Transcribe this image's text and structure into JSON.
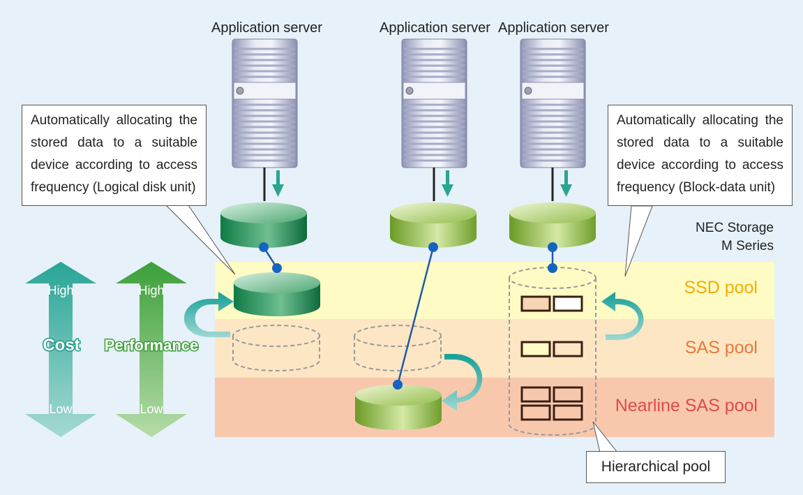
{
  "servers": [
    {
      "label": "Application server"
    },
    {
      "label": "Application server"
    },
    {
      "label": "Application server"
    }
  ],
  "callouts": {
    "left": [
      "Automatically allocating the",
      "stored data to a suitable",
      "device according to access",
      "frequency (Logical disk unit)"
    ],
    "right": [
      "Automatically allocating the",
      "stored data to a suitable",
      "device according to access",
      "frequency (Block-data unit)"
    ]
  },
  "storage": {
    "line1": "NEC Storage",
    "line2": "M Series"
  },
  "pools": {
    "ssd": "SSD pool",
    "sas": "SAS pool",
    "nearline": "Nearline SAS pool"
  },
  "hierarchical_pool": "Hierarchical pool",
  "scales": {
    "cost": {
      "title": "Cost",
      "high": "High",
      "low": "Low"
    },
    "performance": {
      "title": "Performance",
      "high": "High",
      "low": "Low"
    }
  },
  "colors": {
    "ssd": "#fffbc4",
    "sas": "#fde6c4",
    "nearline": "#f8c8ad",
    "ssd_text": "#f2ad00",
    "sas_text": "#e8793a",
    "nearline_text": "#e24a4a",
    "cost_arrow": "#3fb3a6",
    "performance_arrow": "#4fae47"
  }
}
